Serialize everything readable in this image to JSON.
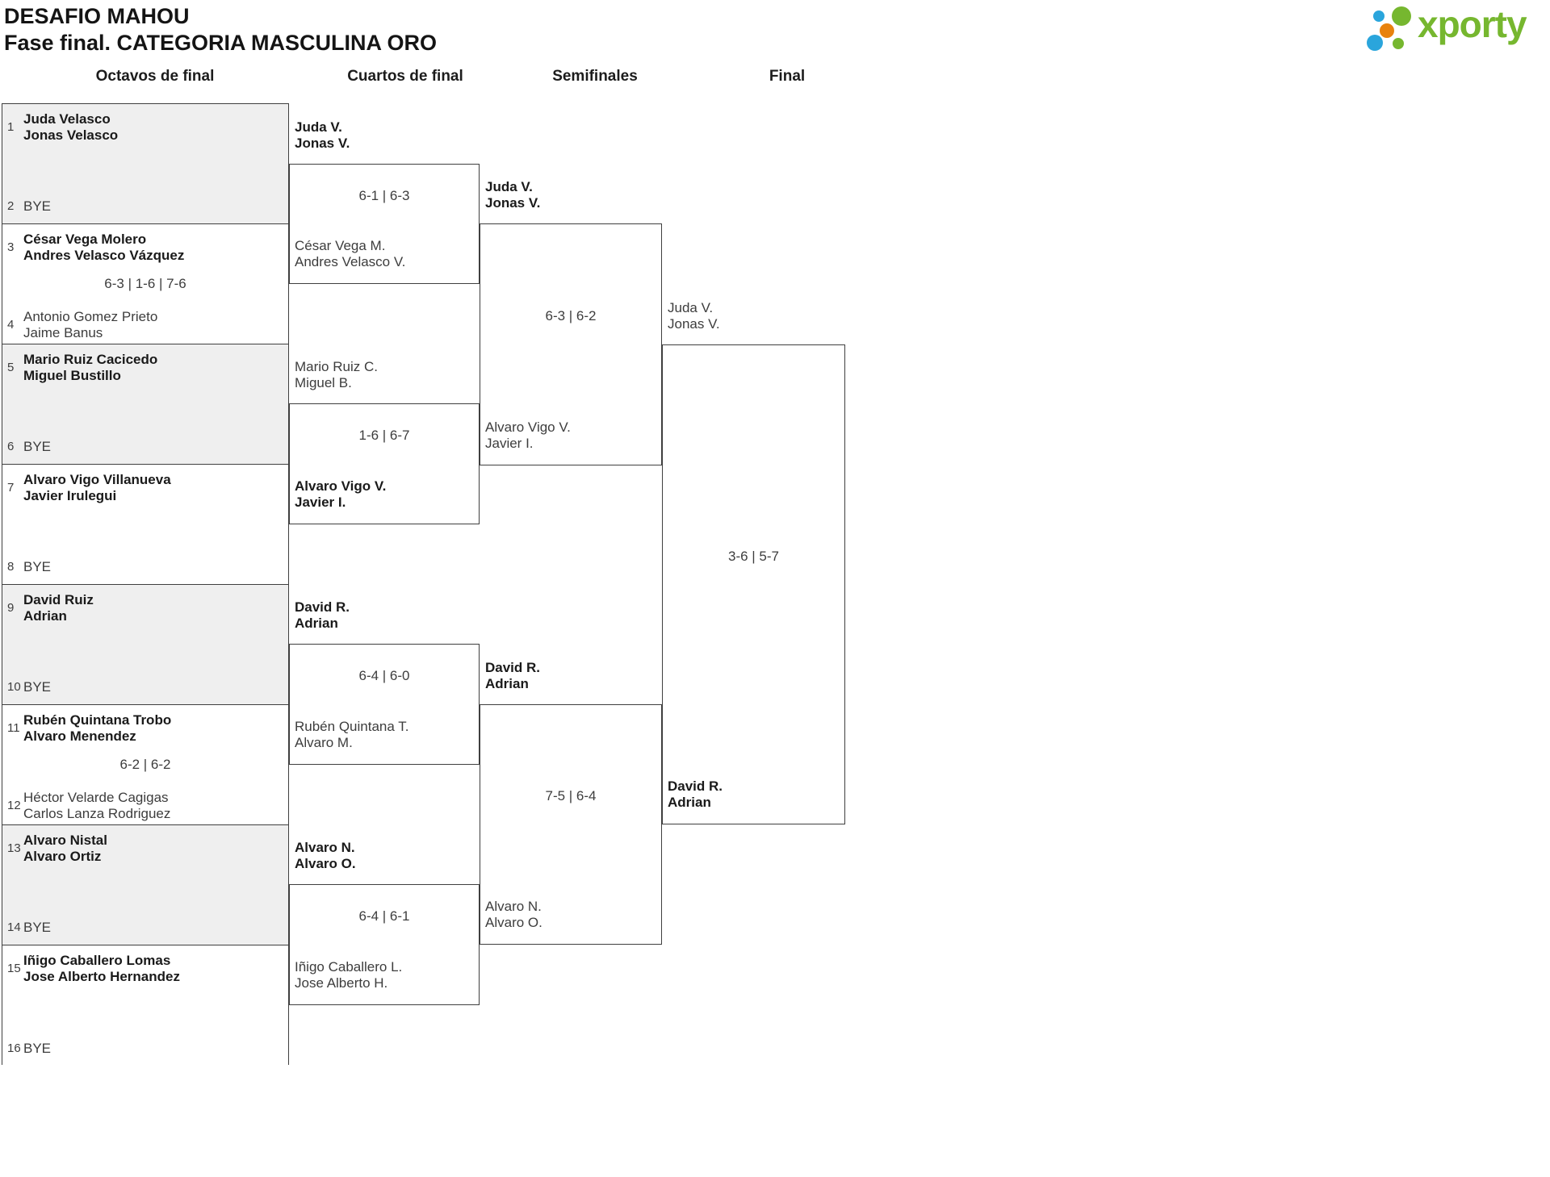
{
  "header": {
    "title_line1": "DESAFIO MAHOU",
    "title_line2": "Fase final. CATEGORIA MASCULINA ORO"
  },
  "logo": {
    "text": "xporty",
    "green": "#76b72f",
    "blue": "#2aa5dc",
    "orange": "#e8820d"
  },
  "colors": {
    "bracket_line": "#3f3f3f",
    "bye_box_gray": "#efefef",
    "winner_text": "#1a1a1a",
    "regular_text": "#3d3d3d"
  },
  "rounds": [
    "Octavos de final",
    "Cuartos de final",
    "Semifinales",
    "Final"
  ],
  "octavos": [
    {
      "top": {
        "seed": "1",
        "line1": "Juda Velasco",
        "line2": "Jonas Velasco",
        "winner": true
      },
      "score": "",
      "bottom": {
        "seed": "2",
        "line1": "BYE",
        "line2": "",
        "winner": false
      }
    },
    {
      "top": {
        "seed": "3",
        "line1": "César Vega Molero",
        "line2": "Andres Velasco Vázquez",
        "winner": true
      },
      "score": "6-3 | 1-6 | 7-6",
      "bottom": {
        "seed": "4",
        "line1": "Antonio Gomez Prieto",
        "line2": "Jaime Banus",
        "winner": false
      }
    },
    {
      "top": {
        "seed": "5",
        "line1": "Mario Ruiz Cacicedo",
        "line2": "Miguel Bustillo",
        "winner": true
      },
      "score": "",
      "bottom": {
        "seed": "6",
        "line1": "BYE",
        "line2": "",
        "winner": false
      }
    },
    {
      "top": {
        "seed": "7",
        "line1": "Alvaro Vigo Villanueva",
        "line2": "Javier Irulegui",
        "winner": true
      },
      "score": "",
      "bottom": {
        "seed": "8",
        "line1": "BYE",
        "line2": "",
        "winner": false
      }
    },
    {
      "top": {
        "seed": "9",
        "line1": "David Ruiz",
        "line2": "Adrian",
        "winner": true
      },
      "score": "",
      "bottom": {
        "seed": "10",
        "line1": "BYE",
        "line2": "",
        "winner": false
      }
    },
    {
      "top": {
        "seed": "11",
        "line1": "Rubén Quintana Trobo",
        "line2": "Alvaro Menendez",
        "winner": true
      },
      "score": "6-2 | 6-2",
      "bottom": {
        "seed": "12",
        "line1": "Héctor Velarde Cagigas",
        "line2": "Carlos Lanza Rodriguez",
        "winner": false
      }
    },
    {
      "top": {
        "seed": "13",
        "line1": "Alvaro Nistal",
        "line2": "Alvaro Ortiz",
        "winner": true
      },
      "score": "",
      "bottom": {
        "seed": "14",
        "line1": "BYE",
        "line2": "",
        "winner": false
      }
    },
    {
      "top": {
        "seed": "15",
        "line1": "Iñigo Caballero Lomas",
        "line2": "Jose Alberto Hernandez",
        "winner": true
      },
      "score": "",
      "bottom": {
        "seed": "16",
        "line1": "BYE",
        "line2": "",
        "winner": false
      }
    }
  ],
  "cuartos": [
    {
      "top": {
        "line1": "Juda V.",
        "line2": "Jonas V.",
        "winner": true
      },
      "score": "6-1 | 6-3",
      "bottom": {
        "line1": "César Vega M.",
        "line2": "Andres Velasco V.",
        "winner": false
      }
    },
    {
      "top": {
        "line1": "Mario Ruiz C.",
        "line2": "Miguel B.",
        "winner": false
      },
      "score": "1-6 | 6-7",
      "bottom": {
        "line1": "Alvaro Vigo V.",
        "line2": "Javier I.",
        "winner": true
      }
    },
    {
      "top": {
        "line1": "David R.",
        "line2": "Adrian",
        "winner": true
      },
      "score": "6-4 | 6-0",
      "bottom": {
        "line1": "Rubén Quintana T.",
        "line2": "Alvaro M.",
        "winner": false
      }
    },
    {
      "top": {
        "line1": "Alvaro N.",
        "line2": "Alvaro O.",
        "winner": true
      },
      "score": "6-4 | 6-1",
      "bottom": {
        "line1": "Iñigo Caballero L.",
        "line2": "Jose Alberto H.",
        "winner": false
      }
    }
  ],
  "semifinales": [
    {
      "top": {
        "line1": "Juda V.",
        "line2": "Jonas V.",
        "winner": true
      },
      "score": "6-3 | 6-2",
      "bottom": {
        "line1": "Alvaro Vigo V.",
        "line2": "Javier I.",
        "winner": false
      }
    },
    {
      "top": {
        "line1": "David R.",
        "line2": "Adrian",
        "winner": true
      },
      "score": "7-5 | 6-4",
      "bottom": {
        "line1": "Alvaro N.",
        "line2": "Alvaro O.",
        "winner": false
      }
    }
  ],
  "final": {
    "top": {
      "line1": "Juda V.",
      "line2": "Jonas V.",
      "winner": false
    },
    "score": "3-6 | 5-7",
    "bottom": {
      "line1": "David R.",
      "line2": "Adrian",
      "winner": true
    }
  }
}
